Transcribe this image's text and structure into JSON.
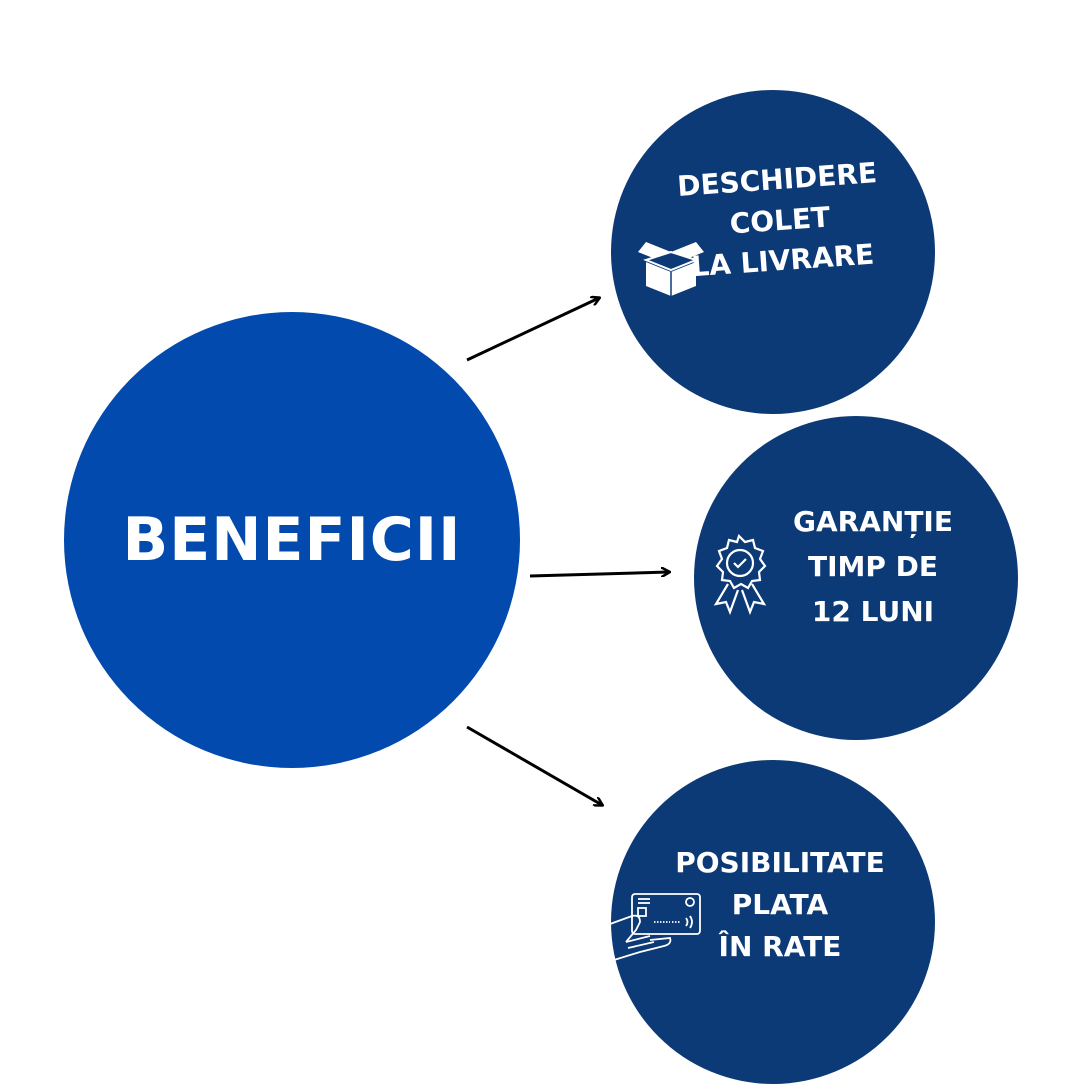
{
  "center": {
    "label": "BENEFICII"
  },
  "benefits": [
    {
      "icon": "open-box-icon",
      "lines": [
        "DESCHIDERE",
        "COLET",
        "LA LIVRARE"
      ]
    },
    {
      "icon": "award-badge-icon",
      "lines": [
        "GARANȚIE",
        "TIMP DE",
        "12 LUNI"
      ]
    },
    {
      "icon": "card-payment-icon",
      "lines": [
        "POSIBILITATE",
        "PLATA",
        "ÎN RATE"
      ]
    }
  ],
  "colors": {
    "main": "#024AAD",
    "benefit": "#0C3A77",
    "text": "#FFFFFF",
    "arrow": "#000000"
  }
}
